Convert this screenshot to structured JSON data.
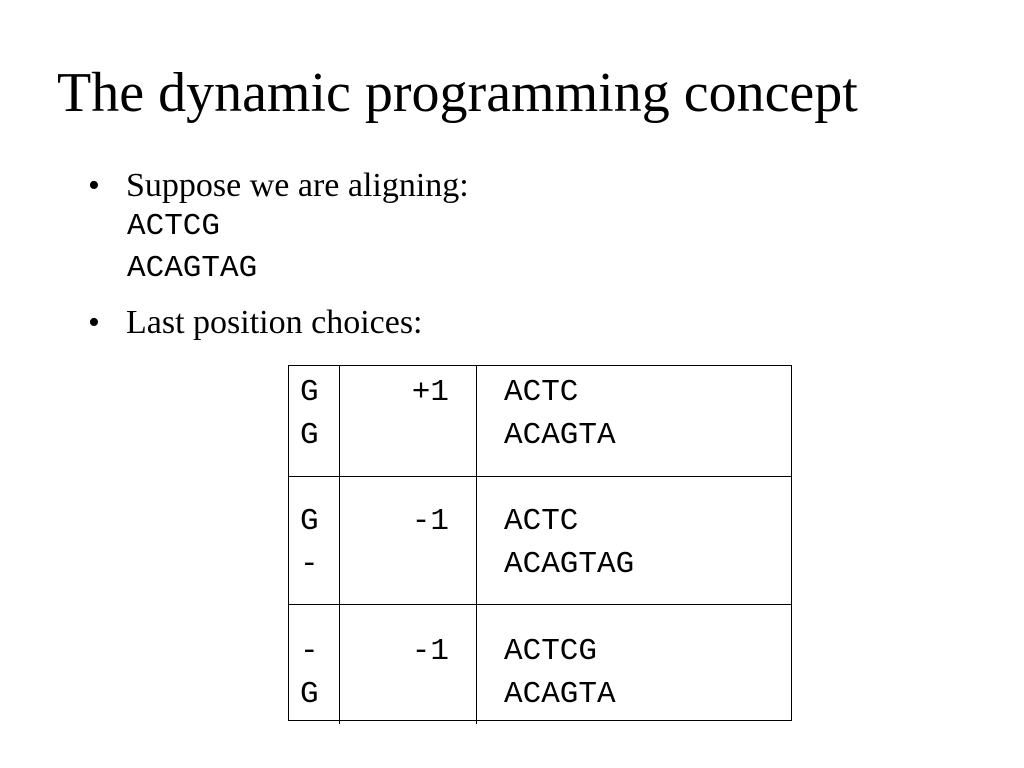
{
  "slide": {
    "title": "The dynamic programming concept",
    "bullets": [
      {
        "marker": "•",
        "text": "Suppose we are aligning:"
      },
      {
        "marker": "•",
        "text": "Last position choices:"
      }
    ],
    "sequences": [
      "ACTCG",
      "ACAGTAG"
    ]
  },
  "choices_table": {
    "rows": [
      {
        "top_char": "G",
        "bottom_char": "G",
        "score": "+1",
        "remaining_top": "ACTC",
        "remaining_bottom": "ACAGTA"
      },
      {
        "top_char": "G",
        "bottom_char": "-",
        "score": "-1",
        "remaining_top": "ACTC",
        "remaining_bottom": "ACAGTAG"
      },
      {
        "top_char": "-",
        "bottom_char": "G",
        "score": "-1",
        "remaining_top": "ACTCG",
        "remaining_bottom": "ACAGTA"
      }
    ]
  }
}
